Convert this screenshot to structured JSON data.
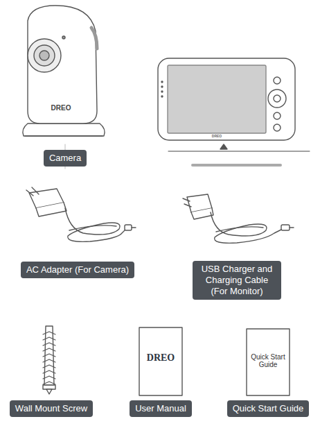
{
  "diagram": {
    "nodes": [
      {
        "text": [
          "Camera"
        ]
      },
      {
        "text": [
          "AC Adapter (For Camera)"
        ]
      },
      {
        "text": [
          "USB Charger and Charging Cable (For Monitor)"
        ]
      },
      {
        "text": [
          "Wall Mount Screw"
        ]
      },
      {
        "text": [
          "User Manual"
        ]
      },
      {
        "text": [
          "Quick Start Guide"
        ]
      }
    ],
    "labels": [
      "DREO",
      "DREO",
      "DREO",
      "Quick Start Guide"
    ]
  }
}
